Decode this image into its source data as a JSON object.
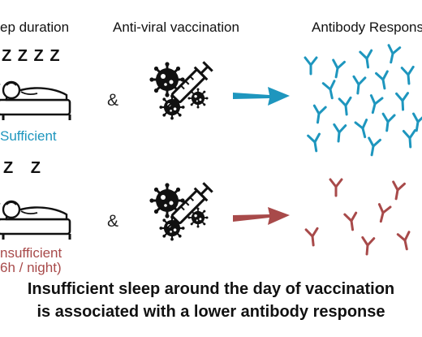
{
  "headers": {
    "sleep": "ep duration",
    "vaccination": "Anti-viral vaccination",
    "antibody": "Antibody Respons"
  },
  "rows": [
    {
      "sleep_label": "Sufficient",
      "sleep_label_line2": "",
      "amp": "&",
      "sleep_glyphs": "Z Z Z Z"
    },
    {
      "sleep_label": "nsufficient",
      "sleep_label_line2": "6h / night)",
      "amp": "&",
      "sleep_glyphs": "Z Z"
    }
  ],
  "caption": {
    "line1": "Insufficient sleep around the day of vaccination",
    "line2": "is associated with a lower antibody response"
  },
  "colors": {
    "sufficient": "#1e96be",
    "insufficient": "#a84a4a",
    "ink": "#111111"
  }
}
